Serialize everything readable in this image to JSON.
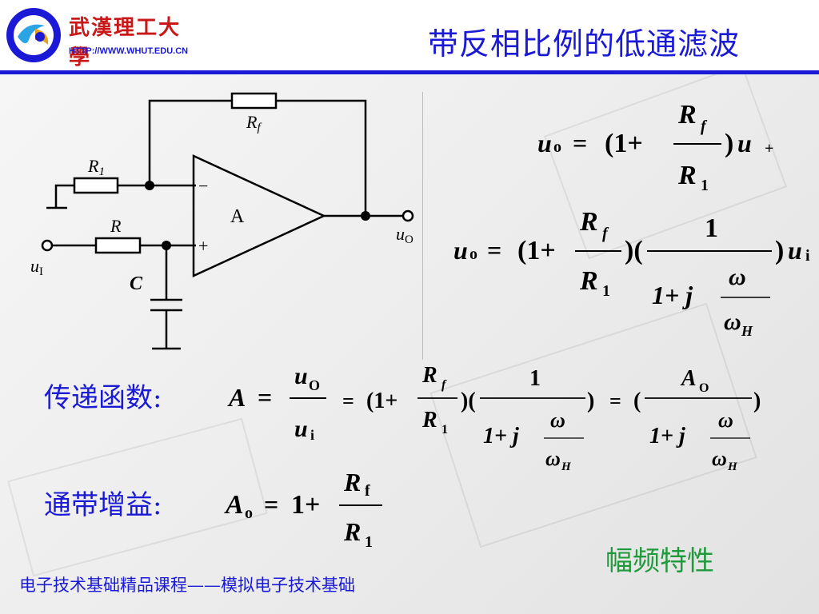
{
  "header": {
    "university_name": "武漢理工大學",
    "university_url": "HTTP://WWW.WHUT.EDU.CN",
    "slide_title": "带反相比例的低通滤波"
  },
  "circuit": {
    "rf_label": "R",
    "rf_sub": "f",
    "r1_label": "R",
    "r1_sub": "1",
    "r_label": "R",
    "c_label": "C",
    "amp_label": "A",
    "minus_sign": "−",
    "plus_sign": "+",
    "input_label": "u",
    "input_sub": "I",
    "output_label": "u",
    "output_sub": "O"
  },
  "equations": {
    "eq1": {
      "lhs": "u",
      "lhs_sub": "o",
      "eq": "=",
      "open": "(1+",
      "num": "R",
      "num_sub": "f",
      "den": "R",
      "den_sub": "1",
      "close": ")",
      "rhs": "u",
      "rhs_sub": "+"
    },
    "eq2": {
      "lhs": "u",
      "lhs_sub": "o",
      "eq": "=",
      "open": "(1+",
      "num": "R",
      "num_sub": "f",
      "den": "R",
      "den_sub": "1",
      "mid": ")(",
      "one": "1",
      "den2": "1+ j",
      "w": "ω",
      "wh": "ω",
      "wh_sub": "H",
      "close": ")",
      "rhs": "u",
      "rhs_sub": "i"
    },
    "transfer": {
      "label": "传递函数:",
      "A": "A",
      "eq": "=",
      "num": "u",
      "num_sub": "O",
      "den": "u",
      "den_sub": "i",
      "eq2": "=",
      "open": "(1+",
      "rf": "R",
      "rf_sub": "f",
      "r1": "R",
      "r1_sub": "1",
      "mid": ")(",
      "one": "1",
      "den2": "1+ j",
      "w": "ω",
      "wh": "ω",
      "wh_sub": "H",
      "close": ")",
      "eq3": "=",
      "open2": "(",
      "Ao": "A",
      "Ao_sub": "O",
      "den3": "1+ j",
      "w2": "ω",
      "wh2": "ω",
      "wh2_sub": "H",
      "close2": ")"
    },
    "gain": {
      "label": "通带增益:",
      "A": "A",
      "A_sub": "o",
      "eq": "=",
      "one_plus": "1+",
      "num": "R",
      "num_sub": "f",
      "den": "R",
      "den_sub": "1"
    }
  },
  "link": {
    "label": "幅频特性"
  },
  "footer": {
    "text": "电子技术基础精品课程——模拟电子技术基础"
  },
  "colors": {
    "title_blue": "#1a1ad6",
    "link_green": "#1f9a3a",
    "logo_red": "#c81818"
  }
}
